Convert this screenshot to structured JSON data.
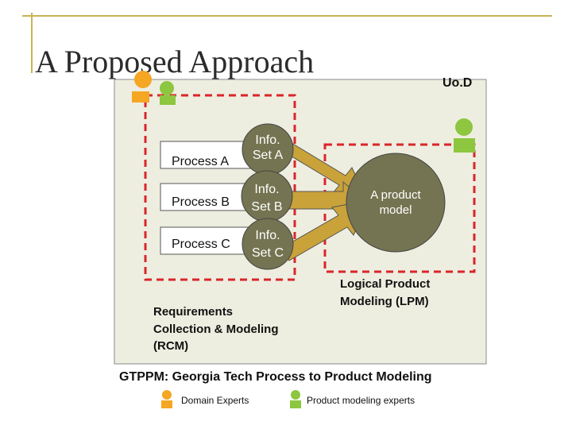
{
  "slide": {
    "title": "A Proposed Approach",
    "uod_label": "Uo.D",
    "processes": [
      {
        "process": "Process A",
        "info": [
          "Info.",
          "Set A"
        ]
      },
      {
        "process": "Process B",
        "info": [
          "Info.",
          "Set B"
        ]
      },
      {
        "process": "Process C",
        "info": [
          "Info.",
          "Set C"
        ]
      }
    ],
    "product_model": [
      "A product",
      "model"
    ],
    "rcm": [
      "Requirements",
      "Collection & Modeling",
      "(RCM)"
    ],
    "lpm": [
      "Logical Product",
      "Modeling (LPM)"
    ],
    "caption": "GTPPM: Georgia Tech Process to Product Modeling",
    "legend": {
      "domain": {
        "label": "Domain Experts",
        "color": "#f5a623"
      },
      "product": {
        "label": "Product modeling experts",
        "color": "#8dc63f"
      }
    }
  },
  "colors": {
    "accent_line": "#c8b453",
    "panel": "#eeeee0",
    "dashed": "#d9262b",
    "circle": "#747452",
    "arrow": "#c9a23a"
  },
  "icons": [
    "domain-expert-icon",
    "product-modeling-expert-icon"
  ]
}
